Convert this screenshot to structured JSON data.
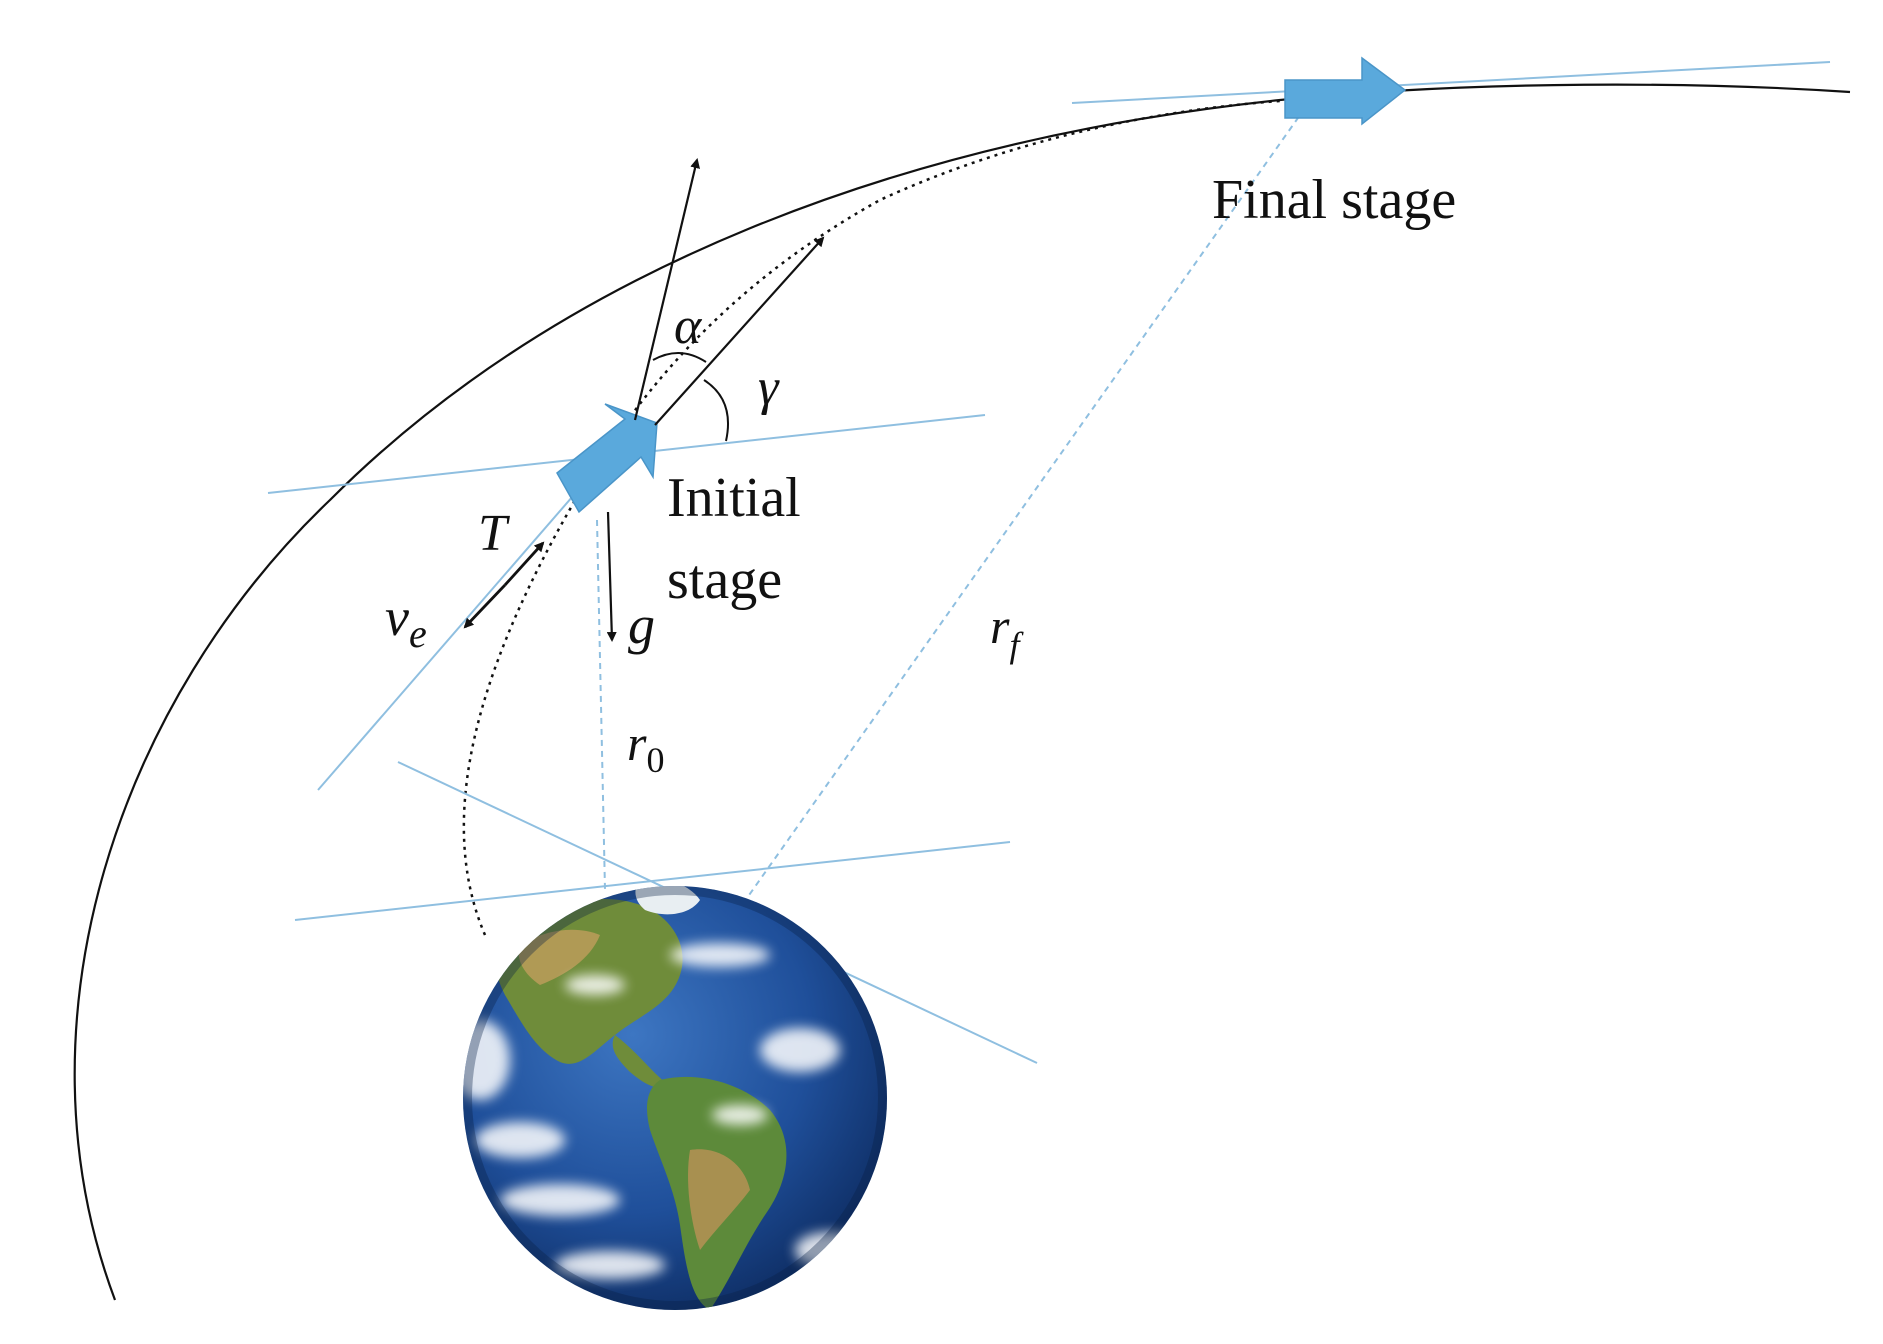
{
  "labels": {
    "final_stage": "Final stage",
    "initial_stage_line1": "Initial",
    "initial_stage_line2": "stage",
    "alpha": "α",
    "gamma": "γ",
    "thrust": "T",
    "exhaust_velocity": "v",
    "exhaust_velocity_sub": "e",
    "gravity": "g",
    "initial_radius": "r",
    "initial_radius_sub": "0",
    "final_radius": "r",
    "final_radius_sub": "f"
  },
  "icons": {
    "vehicle": "arrow-vehicle-icon",
    "planet": "earth-icon"
  },
  "colors": {
    "vehicle": "#5aa9dc",
    "reference_lines": "#8fbfe0",
    "trajectory": "#111111",
    "ocean": "#1f4f9a",
    "land": "#5d8a3a"
  }
}
